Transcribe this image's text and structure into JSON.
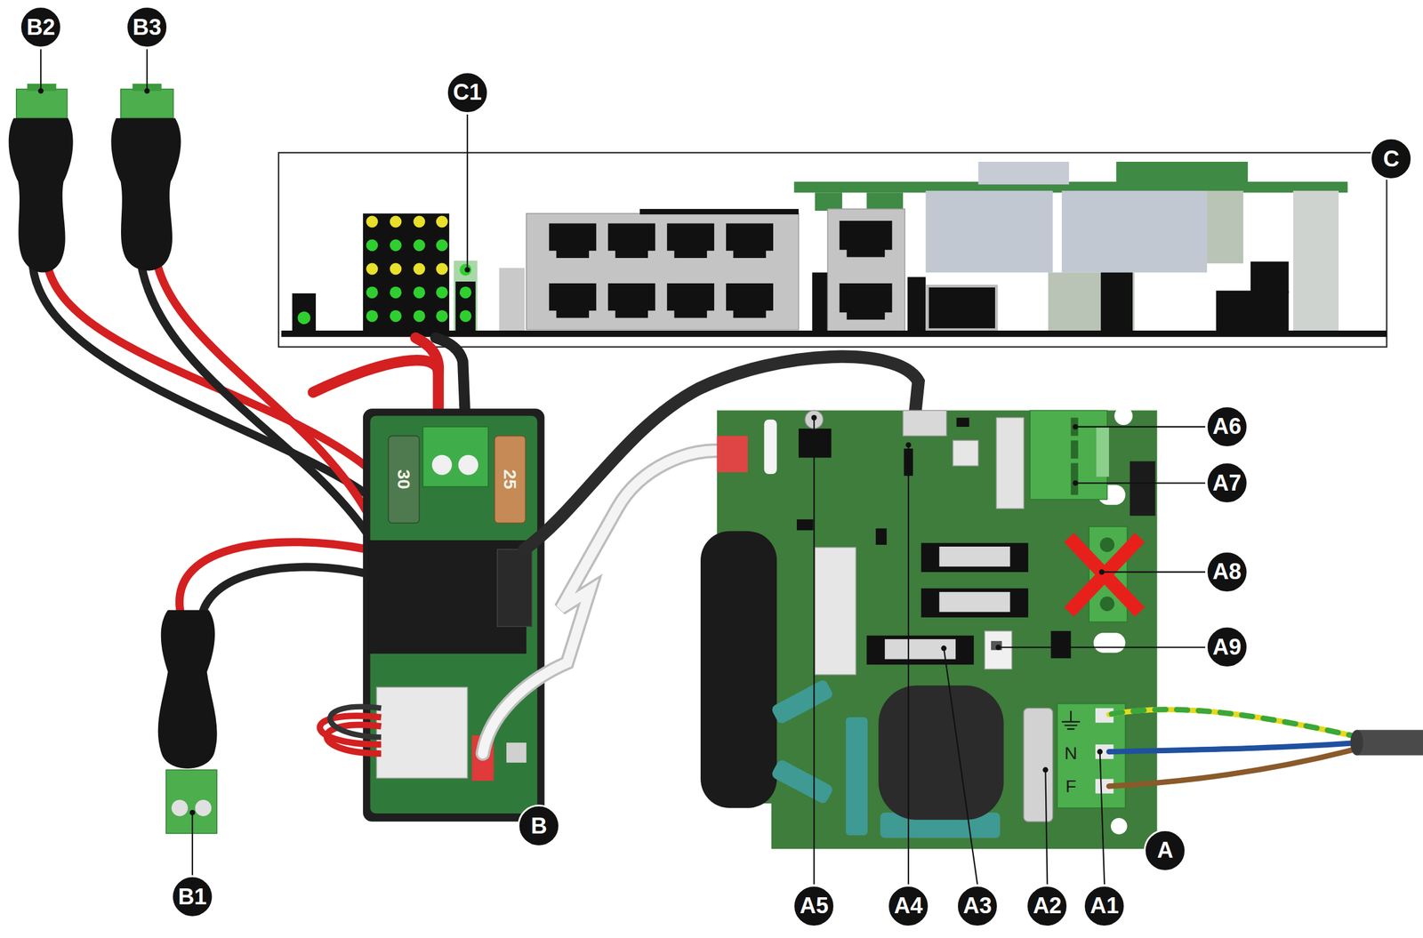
{
  "diagram": {
    "labels": [
      "B2",
      "B3",
      "C1",
      "C",
      "A6",
      "A7",
      "A8",
      "A9",
      "30",
      "25",
      "B",
      "N",
      "F",
      "A",
      "B1",
      "A5",
      "A4",
      "A3",
      "A2",
      "A1"
    ]
  }
}
